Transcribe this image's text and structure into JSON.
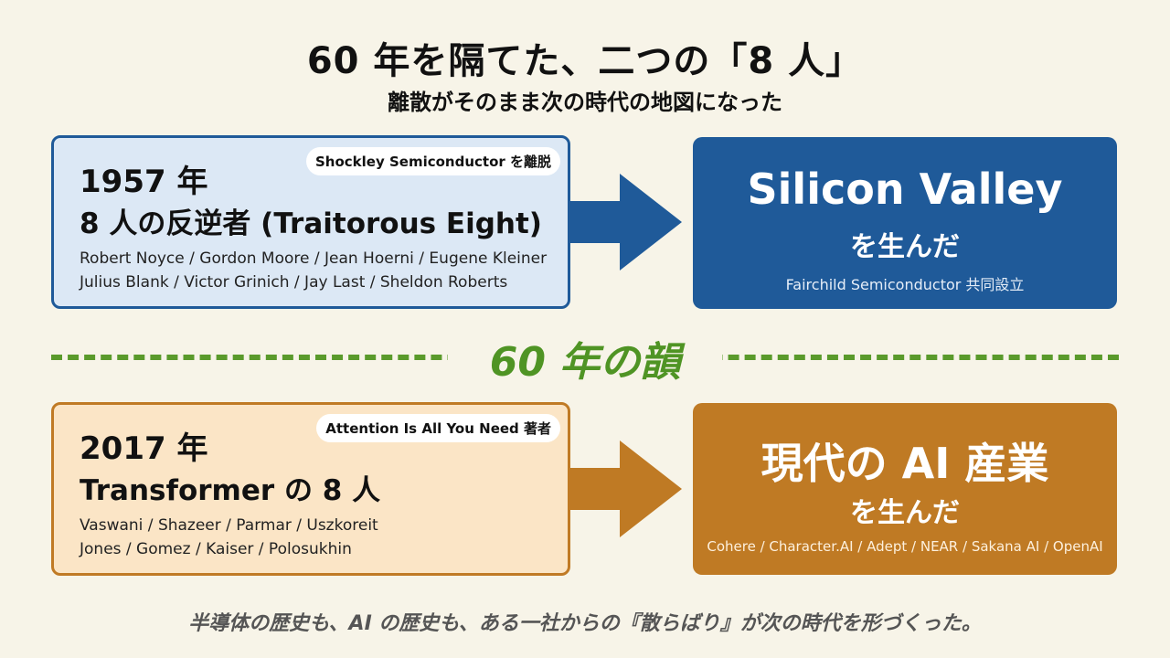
{
  "header": {
    "title": "60 年を隔てた、二つの「8 人」",
    "subtitle": "離散がそのまま次の時代の地図になった"
  },
  "top_row": {
    "left": {
      "year": "1957 年",
      "heading": "8 人の反逆者 (Traitorous Eight)",
      "badge": "Shockley Semiconductor を離脱",
      "names_line1": "Robert Noyce / Gordon Moore / Jean Hoerni / Eugene Kleiner",
      "names_line2": "Julius Blank / Victor Grinich / Jay Last / Sheldon Roberts"
    },
    "right": {
      "main": "Silicon Valley",
      "sub": "を生んだ",
      "note": "Fairchild Semiconductor 共同設立"
    },
    "arrow_color": "#1f5a99"
  },
  "divider": {
    "label": "60 年の韻",
    "color": "#5a9a2b"
  },
  "bottom_row": {
    "left": {
      "year": "2017 年",
      "heading": "Transformer の 8 人",
      "badge": "Attention Is All You Need 著者",
      "names_line1": "Vaswani / Shazeer / Parmar / Uszkoreit",
      "names_line2": "Jones / Gomez / Kaiser / Polosukhin"
    },
    "right": {
      "main": "現代の AI 産業",
      "sub": "を生んだ",
      "note": "Cohere / Character.AI / Adept / NEAR / Sakana AI / OpenAI"
    },
    "arrow_color": "#bf7a24"
  },
  "footer": "半導体の歴史も、AI の歴史も、ある一社からの『散らばり』が次の時代を形づくった。"
}
